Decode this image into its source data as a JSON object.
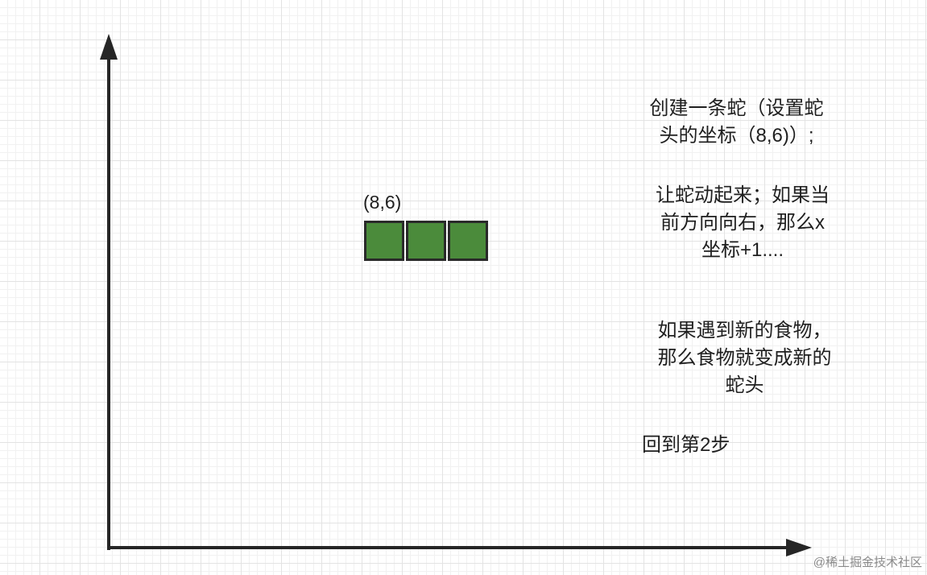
{
  "snake": {
    "head_label": "(8,6)",
    "segment_count": 3,
    "segment_color": "#4b8b3b",
    "segment_border_color": "#2a2a2a"
  },
  "notes": {
    "step1": [
      "创建一条蛇（设置蛇",
      "头的坐标（8,6)）;"
    ],
    "step2": [
      "让蛇动起来；如果当",
      "前方向向右，那么x",
      "坐标+1...."
    ],
    "step3": [
      "如果遇到新的食物，",
      "那么食物就变成新的",
      "蛇头"
    ],
    "step4": [
      "回到第2步"
    ]
  },
  "watermark": "@稀土掘金技术社区",
  "colors": {
    "axis": "#262626",
    "grid_major": "#e3e3e3",
    "grid_minor": "#f1f1f1"
  }
}
